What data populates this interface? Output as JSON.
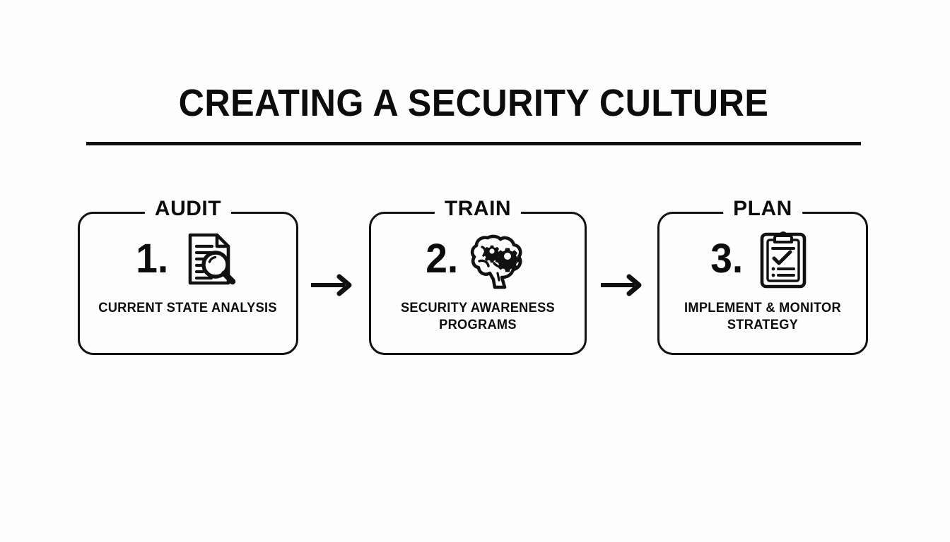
{
  "page": {
    "title": "CREATING A SECURITY CULTURE",
    "background_color": "#fdfdfd",
    "ink_color": "#111111"
  },
  "cards": [
    {
      "legend": "AUDIT",
      "number": "1.",
      "icon": "document-magnifier-icon",
      "caption": "CURRENT STATE ANALYSIS"
    },
    {
      "legend": "TRAIN",
      "number": "2.",
      "icon": "brain-gears-icon",
      "caption": "SECURITY AWARENESS PROGRAMS"
    },
    {
      "legend": "PLAN",
      "number": "3.",
      "icon": "clipboard-checklist-icon",
      "caption": "IMPLEMENT & MONITOR STRATEGY"
    }
  ],
  "connectors": [
    {
      "name": "arrow-right-icon"
    },
    {
      "name": "arrow-right-icon"
    }
  ]
}
